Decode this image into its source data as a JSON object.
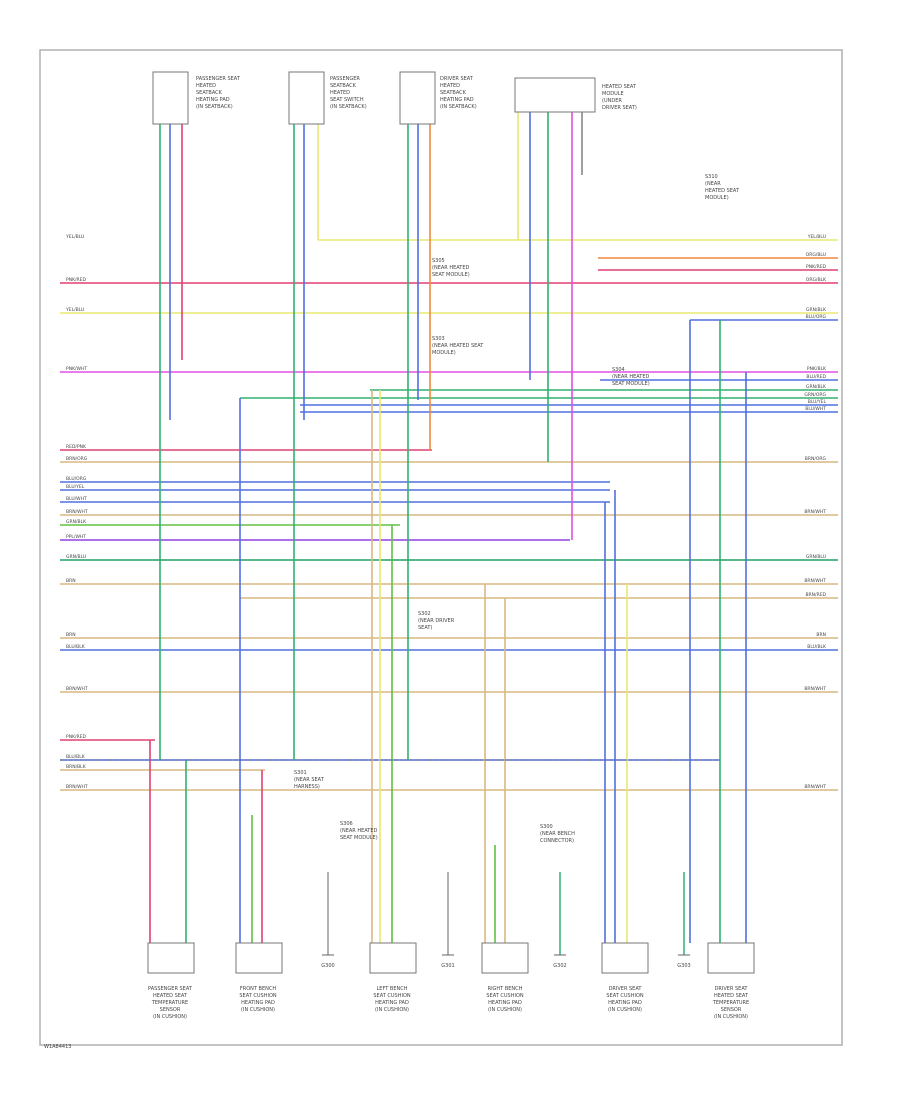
{
  "diagram": {
    "footer_code": "W1A84413",
    "top_modules": [
      {
        "lines": [
          "PASSENGER SEAT",
          "HEATED",
          "SEATBACK",
          "HEATING PAD",
          "(IN SEATBACK)"
        ]
      },
      {
        "lines": [
          "PASSENGER",
          "SEATBACK",
          "HEATED",
          "SEAT SWITCH",
          "(IN SEATBACK)"
        ]
      },
      {
        "lines": [
          "DRIVER SEAT",
          "HEATED",
          "SEATBACK",
          "HEATING PAD",
          "(IN SEATBACK)"
        ]
      },
      {
        "lines": [
          "HEATED SEAT",
          "MODULE",
          "(UNDER",
          "DRIVER SEAT)"
        ]
      }
    ],
    "bottom_modules": [
      {
        "lines": [
          "PASSENGER SEAT",
          "HEATED SEAT",
          "TEMPERATURE",
          "SENSOR",
          "(IN CUSHION)"
        ]
      },
      {
        "lines": [
          "FRONT BENCH",
          "SEAT CUSHION",
          "HEATING PAD",
          "(IN CUSHION)"
        ]
      },
      {
        "lines": [
          "LEFT BENCH",
          "SEAT CUSHION",
          "HEATING PAD",
          "(IN CUSHION)"
        ]
      },
      {
        "lines": [
          "RIGHT BENCH",
          "SEAT CUSHION",
          "HEATING PAD",
          "(IN CUSHION)"
        ]
      },
      {
        "lines": [
          "DRIVER SEAT",
          "SEAT CUSHION",
          "HEATING PAD",
          "(IN CUSHION)"
        ]
      },
      {
        "lines": [
          "DRIVER SEAT",
          "HEATED SEAT",
          "TEMPERATURE",
          "SENSOR",
          "(IN CUSHION)"
        ]
      }
    ],
    "grounds": [
      "G300",
      "G301",
      "G302",
      "G303"
    ],
    "annotations": [
      {
        "lines": [
          "S305",
          "(NEAR HEATED",
          "SEAT MODULE)"
        ]
      },
      {
        "lines": [
          "S303",
          "(NEAR HEATED SEAT",
          "MODULE)"
        ]
      },
      {
        "lines": [
          "S304",
          "(NEAR HEATED",
          "SEAT MODULE)"
        ]
      },
      {
        "lines": [
          "S302",
          "(NEAR DRIVER",
          "SEAT)"
        ]
      },
      {
        "lines": [
          "S301",
          "(NEAR SEAT",
          "HARNESS)"
        ]
      },
      {
        "lines": [
          "S306",
          "(NEAR HEATED",
          "SEAT MODULE)"
        ]
      },
      {
        "lines": [
          "S310",
          "(NEAR",
          "HEATED SEAT",
          "MODULE)"
        ]
      },
      {
        "lines": [
          "S300",
          "(NEAR BENCH",
          "CONNECTOR)"
        ]
      }
    ],
    "wire_rows": [
      {
        "left": "YEL/BLU",
        "right": "YEL/BLU",
        "color": "#e8e870"
      },
      {
        "left": "",
        "right": "ORG/BLU",
        "color": "#f08a3c"
      },
      {
        "left": "",
        "right": "PNK/RED",
        "color": "#e04070"
      },
      {
        "left": "PNK/RED",
        "right": "ORG/BLK",
        "color": "#e04070"
      },
      {
        "left": "YEL/BLU",
        "right": "GRN/BLK",
        "color": "#e8e870"
      },
      {
        "left": "",
        "right": "BLU/ORG",
        "color": "#5070e0"
      },
      {
        "left": "PNK/WHT",
        "right": "PNK/BLK",
        "color": "#e050e0"
      },
      {
        "left": "",
        "right": "BLU/RED",
        "color": "#5070e0"
      },
      {
        "left": "",
        "right": "GRN/BLK",
        "color": "#30b070"
      },
      {
        "left": "",
        "right": "GRN/ORG",
        "color": "#30b070"
      },
      {
        "left": "",
        "right": "BLU/YEL",
        "color": "#5070e0"
      },
      {
        "left": "",
        "right": "BLU/WHT",
        "color": "#5070e0"
      },
      {
        "left": "RED/PNK",
        "right": "",
        "color": "#e04070"
      },
      {
        "left": "BRN/ORG",
        "right": "BRN/ORG",
        "color": "#d8b880"
      },
      {
        "left": "BLU/ORG",
        "right": "",
        "color": "#5070e0"
      },
      {
        "left": "BLU/YEL",
        "right": "",
        "color": "#5070e0"
      },
      {
        "left": "BLU/WHT",
        "right": "",
        "color": "#5070e0"
      },
      {
        "left": "BRN/WHT",
        "right": "BRN/WHT",
        "color": "#d8b880"
      },
      {
        "left": "GRN/BLK",
        "right": "",
        "color": "#60c040"
      },
      {
        "left": "PPL/WHT",
        "right": "",
        "color": "#9040e0"
      },
      {
        "left": "GRN/BLU",
        "right": "GRN/BLU",
        "color": "#20a060"
      },
      {
        "left": "BRN",
        "right": "BRN/WHT",
        "color": "#d8b880"
      },
      {
        "left": "",
        "right": "BRN/RED",
        "color": "#d8b880"
      },
      {
        "left": "BRN",
        "right": "BRN",
        "color": "#d8b880"
      },
      {
        "left": "BLU/BLK",
        "right": "BLU/BLK",
        "color": "#5070e0"
      },
      {
        "left": "BRN/WHT",
        "right": "BRN/WHT",
        "color": "#d8b880"
      },
      {
        "left": "PNK/RED",
        "right": "",
        "color": "#e04070"
      },
      {
        "left": "BLU/BLK",
        "right": "",
        "color": "#5070e0"
      },
      {
        "left": "BRN/BLK",
        "right": "",
        "color": "#d8b880"
      },
      {
        "left": "BRN/WHT",
        "right": "BRN/WHT",
        "color": "#d8b880"
      }
    ]
  }
}
